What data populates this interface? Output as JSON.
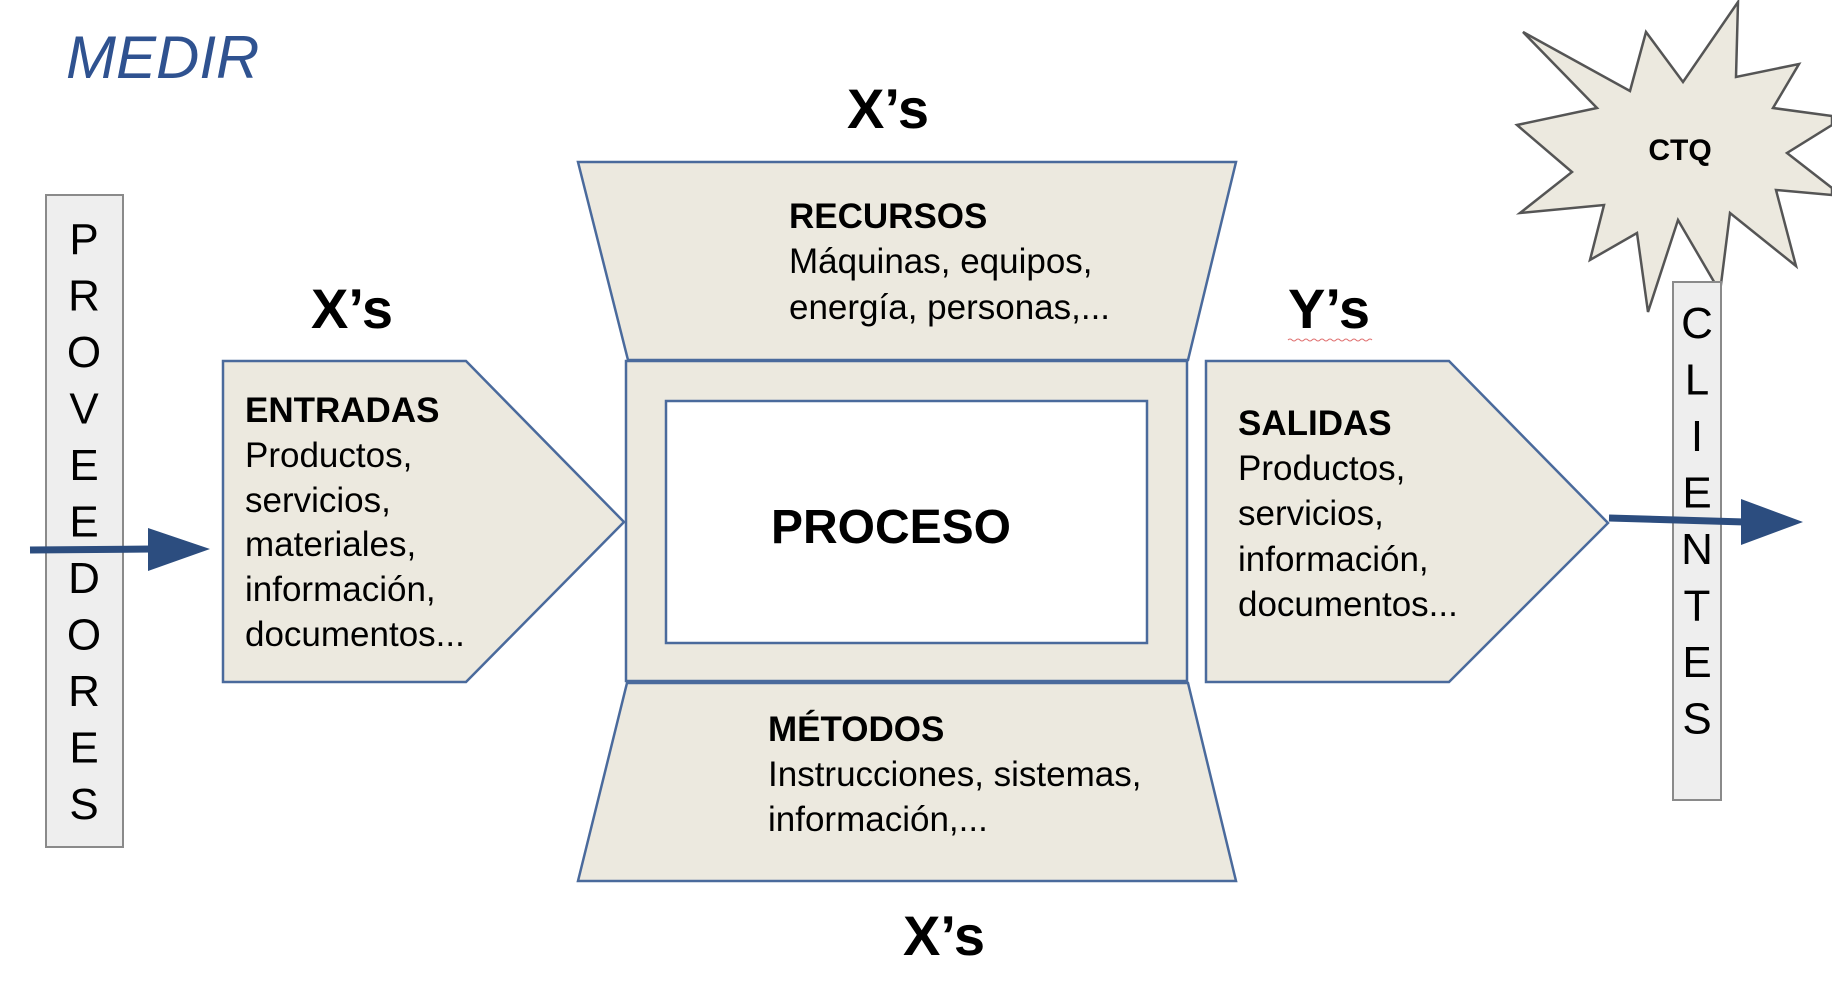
{
  "title": "MEDIR",
  "suppliers": {
    "label": "PROVEEDORES"
  },
  "customers": {
    "label": "CLIENTES"
  },
  "ctq": {
    "label": "CTQ"
  },
  "labels": {
    "inputs_x": "X’s",
    "resources_x": "X’s",
    "methods_x": "X’s",
    "outputs_y": "Y’s"
  },
  "inputs": {
    "heading": "ENTRADAS",
    "lines": [
      "Productos,",
      "servicios,",
      "materiales,",
      "información,",
      "documentos..."
    ]
  },
  "resources": {
    "heading": "RECURSOS",
    "lines": [
      "Máquinas, equipos,",
      "energía, personas,..."
    ]
  },
  "process": {
    "label": "PROCESO"
  },
  "methods": {
    "heading": "MÉTODOS",
    "lines": [
      "Instrucciones, sistemas,",
      "información,..."
    ]
  },
  "outputs": {
    "heading": "SALIDAS",
    "lines": [
      "Productos,",
      "servicios,",
      "información,",
      "documentos..."
    ]
  },
  "colors": {
    "title": "#2f5290",
    "arrow": "#2c4d7f",
    "shape_fill": "#ece9df",
    "shape_stroke": "#4a6a9c"
  }
}
